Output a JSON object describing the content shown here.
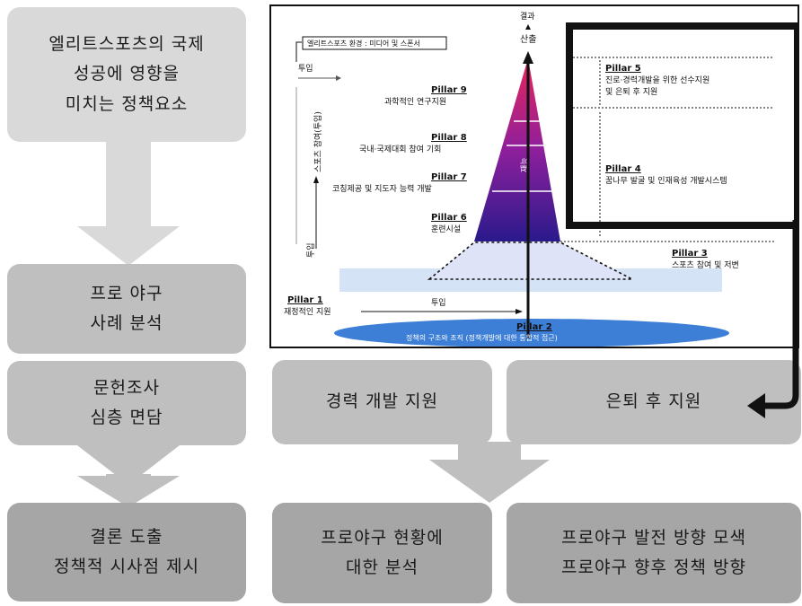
{
  "left_column": {
    "box1": [
      "엘리트스포츠의 국제",
      "성공에 영향을",
      "미치는 정책요소"
    ],
    "box2": [
      "프로 야구",
      "사례 분석"
    ],
    "box3": [
      "문헌조사",
      "심층 면담"
    ],
    "box4": [
      "결론 도출",
      "정책적 시사점 제시"
    ]
  },
  "right_area": {
    "career_box": [
      "경력 개발 지원"
    ],
    "retire_box": [
      "은퇴 후 지원"
    ],
    "status_box": [
      "프로야구 현황에",
      "대한 분석"
    ],
    "direction_box": [
      "프로야구 발전 방향 모색",
      "프로야구 향후 정책 방향"
    ]
  },
  "figure": {
    "env_label": "엘리트스포츠 환경 : 미디어 및 스폰서",
    "input_top": "투입",
    "result": "결과",
    "output": "산출",
    "vertical_label": "스포츠 참여(투입)",
    "input_left": "투입",
    "input_bottom": "투입",
    "pyramid_label": "재능",
    "pillars": [
      {
        "title": "Pillar 9",
        "desc": "과학적인 연구지원"
      },
      {
        "title": "Pillar 8",
        "desc": "국내·국제대회 참여 기회"
      },
      {
        "title": "Pillar 7",
        "desc": "코칭제공 및 지도자 능력 개발"
      },
      {
        "title": "Pillar 6",
        "desc": "훈련시설"
      },
      {
        "title": "Pillar 1",
        "desc": "재정적인 지원"
      },
      {
        "title": "Pillar 2",
        "desc": "정책의 구조와 조직 (정책개발에 대한 통합적 접근)"
      },
      {
        "title": "Pillar 3",
        "desc": "스포츠 참여 및 저변"
      },
      {
        "title": "Pillar 4",
        "desc": "꿈나무 발굴 및 인재육성 개발시스템"
      },
      {
        "title": "Pillar 5",
        "desc": "진로·경력개발을 위한 선수지원"
      },
      {
        "title": "",
        "desc": "및 은퇴 후 지원"
      }
    ]
  },
  "colors": {
    "light_box": "#d9d9d9",
    "mid_box": "#bfbfbf",
    "dark_box": "#a6a6a6",
    "pyramid_top": "#e8265a",
    "pyramid_bottom": "#2a1a8c",
    "ellipse": "#3d7fd6"
  }
}
